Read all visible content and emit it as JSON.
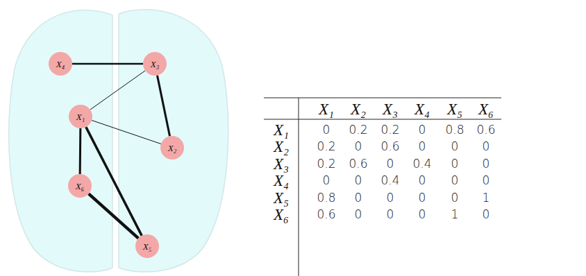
{
  "diagram": {
    "nodes": [
      {
        "text": [
          "X₄"
        ]
      },
      {
        "text": [
          "X₃"
        ]
      },
      {
        "text": [
          "X₁"
        ]
      },
      {
        "text": [
          "X₂"
        ]
      },
      {
        "text": [
          "X₆"
        ]
      },
      {
        "text": [
          "X₅"
        ]
      }
    ],
    "edges": [
      {
        "from": 0,
        "to": 1,
        "arrow": "none"
      },
      {
        "from": 1,
        "to": 2,
        "arrow": "none"
      },
      {
        "from": 1,
        "to": 3,
        "arrow": "none"
      },
      {
        "from": 2,
        "to": 3,
        "arrow": "none"
      },
      {
        "from": 2,
        "to": 4,
        "arrow": "none"
      },
      {
        "from": 2,
        "to": 5,
        "arrow": "none"
      },
      {
        "from": 4,
        "to": 5,
        "arrow": "none"
      }
    ],
    "labels": [
      "X₁",
      "X₂",
      "X₃",
      "X₄",
      "X₅",
      "X₆",
      "X₁",
      "0",
      "0.2",
      "0.2",
      "0",
      "0.8",
      "0.6",
      "X₂",
      "0.2",
      "0",
      "0.6",
      "0",
      "0",
      "0",
      "X₃",
      "0.2",
      "0.6",
      "0",
      "0.4",
      "0",
      "0",
      "X₄",
      "0",
      "0",
      "0.4",
      "0",
      "0",
      "0",
      "X₅",
      "0.8",
      "0",
      "0",
      "0",
      "0",
      "1",
      "X₆",
      "0.6",
      "0",
      "0",
      "0",
      "1",
      "0"
    ]
  }
}
